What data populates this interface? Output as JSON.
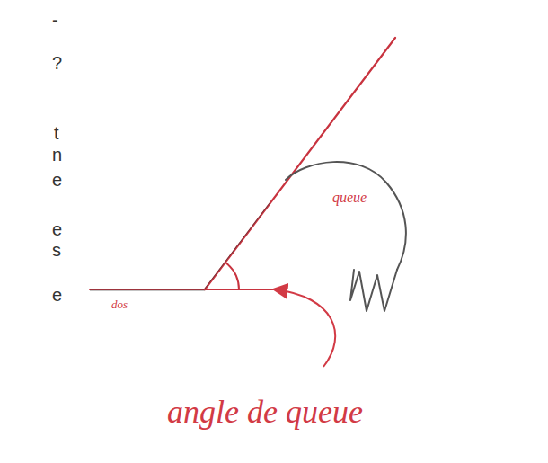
{
  "diagram": {
    "labels": [
      "-",
      "?",
      "t",
      "n",
      "e",
      "e",
      "s",
      "e",
      "queue",
      "dos",
      "angle de queue"
    ]
  }
}
